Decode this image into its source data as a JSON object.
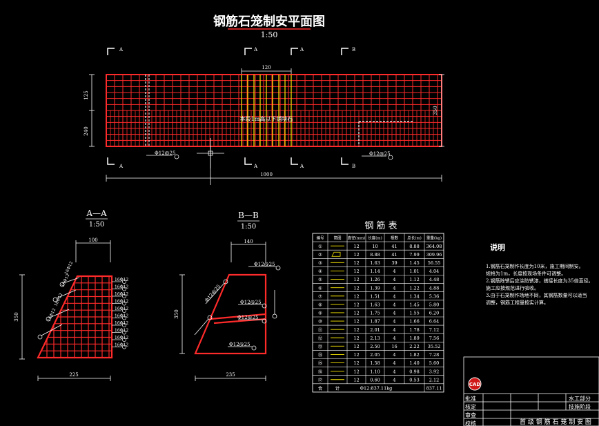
{
  "drawing": {
    "title": "钢筋石笼制安平面图",
    "scale": "1:50",
    "section_markers": {
      "a": "A",
      "b": "B"
    },
    "plan": {
      "dim_top": "120",
      "dim_left_upper": "125",
      "dim_left_lower": "240",
      "dim_right": "350",
      "dim_bottom": "1000",
      "center_note": "本段1m高以下铺块石",
      "rebar_label": "Φ12@25"
    },
    "section_a": {
      "title": "A—A",
      "scale": "1:50",
      "dim_top": "100",
      "dim_left": "350",
      "dim_bottom": "225",
      "callouts_left": [
        "16Φ12",
        "16Φ12",
        "16Φ12",
        "16Φ12"
      ],
      "callouts_right": [
        "16Φ12",
        "16Φ12",
        "16Φ12",
        "16Φ12",
        "16Φ12",
        "16Φ12",
        "16Φ12",
        "16Φ12",
        "16Φ12",
        "16Φ12"
      ]
    },
    "section_b": {
      "title": "B—B",
      "scale": "1:50",
      "dim_top": "140",
      "dim_left": "350",
      "dim_bottom": "235",
      "labels": [
        "Φ12@25",
        "Φ12@25",
        "Φ12@25",
        "Φ12@25",
        "Φ12@25"
      ]
    }
  },
  "rebar_table": {
    "title": "钢 筋 表",
    "headers": [
      "编号",
      "简图",
      "直径(mm)",
      "长度(m)",
      "根数",
      "总长(m)",
      "重量(kg)"
    ],
    "rows": [
      [
        "①",
        "",
        "12",
        "10",
        "41",
        "8.88",
        "364.08"
      ],
      [
        "②",
        "",
        "12",
        "8.88",
        "41",
        "7.99",
        "309.96"
      ],
      [
        "③",
        "",
        "12",
        "1.63",
        "39",
        "1.45",
        "56.55"
      ],
      [
        "④",
        "",
        "12",
        "1.14",
        "4",
        "1.01",
        "4.04"
      ],
      [
        "⑤",
        "",
        "12",
        "1.26",
        "4",
        "1.12",
        "4.48"
      ],
      [
        "⑥",
        "",
        "12",
        "1.39",
        "4",
        "1.22",
        "4.88"
      ],
      [
        "⑦",
        "",
        "12",
        "1.51",
        "4",
        "1.34",
        "5.36"
      ],
      [
        "⑧",
        "",
        "12",
        "1.63",
        "4",
        "1.45",
        "5.80"
      ],
      [
        "⑨",
        "",
        "12",
        "1.75",
        "4",
        "1.55",
        "6.20"
      ],
      [
        "⑩",
        "",
        "12",
        "1.87",
        "4",
        "1.66",
        "6.64"
      ],
      [
        "⑪",
        "",
        "12",
        "2.01",
        "4",
        "1.78",
        "7.12"
      ],
      [
        "⑫",
        "",
        "12",
        "2.13",
        "4",
        "1.89",
        "7.56"
      ],
      [
        "⑬",
        "",
        "12",
        "2.50",
        "16",
        "2.22",
        "35.52"
      ],
      [
        "⑭",
        "",
        "12",
        "2.05",
        "4",
        "1.82",
        "7.28"
      ],
      [
        "⑮",
        "",
        "12",
        "1.58",
        "4",
        "1.40",
        "5.60"
      ],
      [
        "⑯",
        "",
        "12",
        "1.10",
        "4",
        "0.98",
        "3.92"
      ],
      [
        "⑰",
        "",
        "12",
        "0.60",
        "4",
        "0.53",
        "2.12"
      ]
    ],
    "total": [
      "合",
      "计",
      "Φ12:837.11kg",
      "",
      "",
      "",
      "837.11"
    ]
  },
  "notes": {
    "title": "说明",
    "lines": [
      "1.钢筋石笼制作长度为10米，施工期间制安。",
      "  规格为1m，长度按现场条件可调整。",
      "2.钢筋除锈后应涂防锈漆，搭接长度为35倍直径。",
      "  施工应按规范进行验收。",
      "3.由于石笼制作场地不同，其钢筋数量可以适当",
      "  调整，钢筋工程量按实计算。"
    ]
  },
  "title_block": {
    "logo": "CAD",
    "left_labels": [
      "批准",
      "核定",
      "审查",
      "校核"
    ],
    "right_top": [
      "水工部分",
      "技施阶段"
    ],
    "drawing_name": "首 级 钢 筋 石 笼 制 安 图"
  }
}
